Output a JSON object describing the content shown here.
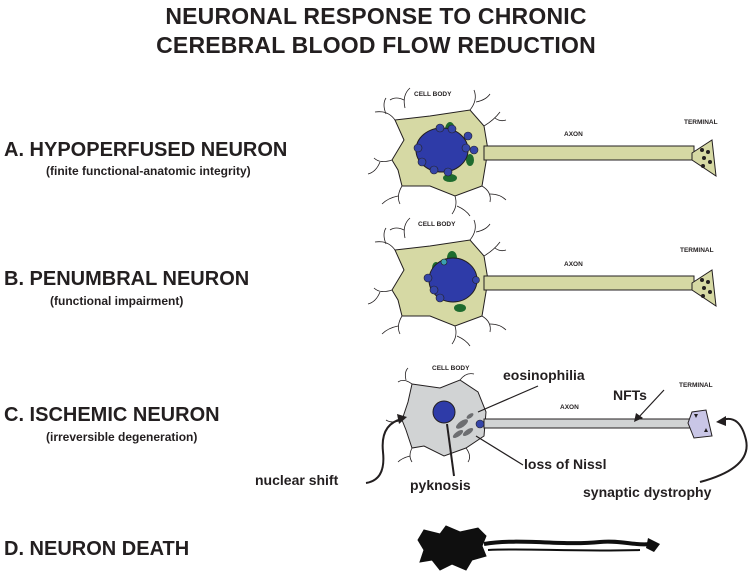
{
  "title": {
    "line1": "NEURONAL RESPONSE TO CHRONIC",
    "line2": "CEREBRAL BLOOD FLOW REDUCTION"
  },
  "rows": [
    {
      "label": "A.  HYPOPERFUSED NEURON",
      "sub": "(finite functional-anatomic integrity)"
    },
    {
      "label": "B.  PENUMBRAL NEURON",
      "sub": "(functional impairment)"
    },
    {
      "label": "C.  ISCHEMIC NEURON",
      "sub": "(irreversible degeneration)"
    },
    {
      "label": "D.  NEURON DEATH",
      "sub": ""
    }
  ],
  "neuron_labels": {
    "cell_body": "CELL BODY",
    "axon": "AXON",
    "terminal": "TERMINAL"
  },
  "annotations": {
    "eosinophilia": "eosinophilia",
    "nfts": "NFTs",
    "nuclear_shift": "nuclear shift",
    "pyknosis": "pyknosis",
    "loss_of_nissl": "loss of Nissl",
    "synaptic_dystrophy": "synaptic dystrophy"
  },
  "colors": {
    "cell_fill": "#d6d9a4",
    "nucleus": "#2e3ba8",
    "vesicle": "#3545a8",
    "green_body": "#1e6b2e",
    "ischemic_fill": "#d1d3d4",
    "ischemic_terminal": "#c9c6e6",
    "outline": "#231f20"
  }
}
